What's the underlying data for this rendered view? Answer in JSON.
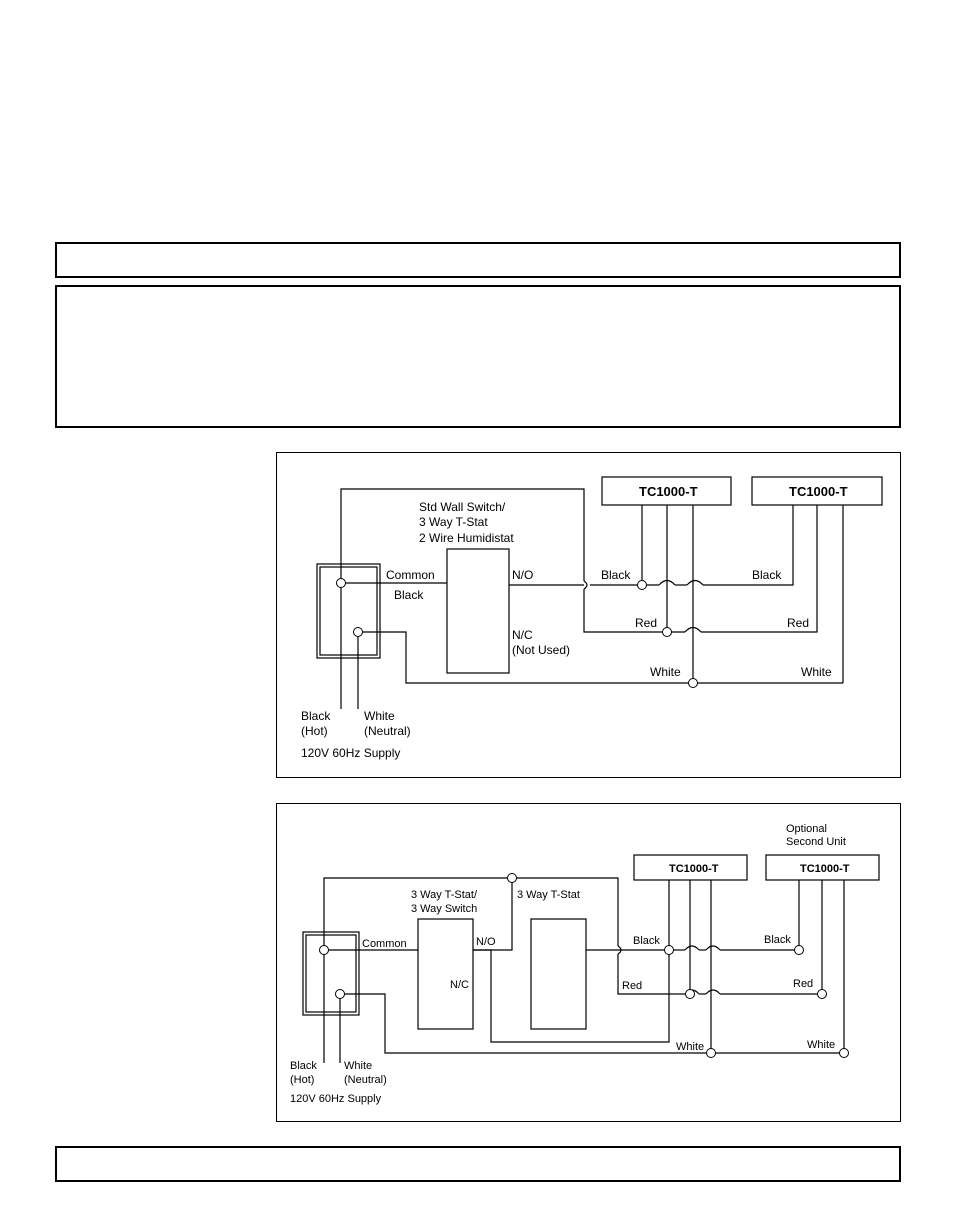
{
  "diagram1": {
    "unit_a": "TC1000-T",
    "unit_b": "TC1000-T",
    "switch_label_1": "Std Wall Switch/",
    "switch_label_2": "3 Way T-Stat",
    "switch_label_3": "2 Wire Humidistat",
    "common": "Common",
    "black_common": "Black",
    "no": "N/O",
    "nc": "N/C",
    "nc_note": "(Not Used)",
    "black_a": "Black",
    "black_b": "Black",
    "red_a": "Red",
    "red_b": "Red",
    "white_a": "White",
    "white_b": "White",
    "supply_black": "Black",
    "supply_hot": "(Hot)",
    "supply_white": "White",
    "supply_neutral": "(Neutral)",
    "supply": "120V 60Hz Supply"
  },
  "diagram2": {
    "optional_1": "Optional",
    "optional_2": "Second Unit",
    "unit_a": "TC1000-T",
    "unit_b": "TC1000-T",
    "switch1_label_1": "3 Way T-Stat/",
    "switch1_label_2": "3 Way Switch",
    "switch2_label": "3 Way T-Stat",
    "common": "Common",
    "no": "N/O",
    "nc": "N/C",
    "black_a": "Black",
    "black_b": "Black",
    "red_a": "Red",
    "red_b": "Red",
    "white_a": "White",
    "white_b": "White",
    "supply_black": "Black",
    "supply_hot": "(Hot)",
    "supply_white": "White",
    "supply_neutral": "(Neutral)",
    "supply": "120V 60Hz Supply"
  }
}
